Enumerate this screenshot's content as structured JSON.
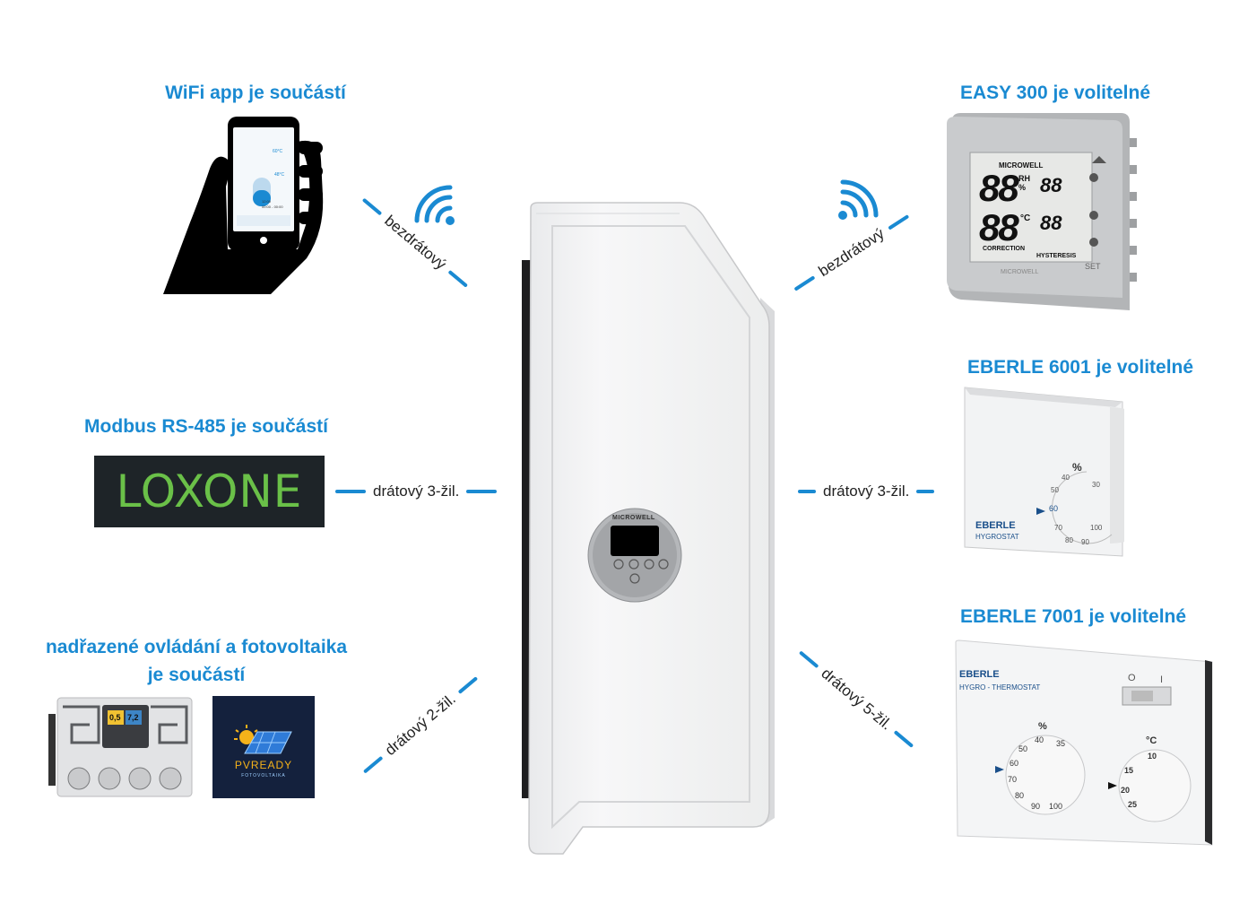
{
  "central_unit": {
    "brand": "MICROWELL"
  },
  "phone": {
    "title": "WiFi app je součástí",
    "connection": "bezdrátový",
    "screen": {
      "temp1": "60°C",
      "temp2": "48°C",
      "temp3": "48°C",
      "time1": "12:00",
      "time2": "00:00 - 00:00"
    }
  },
  "easy300": {
    "title": "EASY 300 je volitelné",
    "connection": "bezdrátový",
    "display": {
      "big1": "88",
      "unit1": "RH %",
      "big2": "88",
      "unit2": "°C",
      "small1": "88",
      "small2": "88",
      "correction": "CORRECTION",
      "hysteresis": "HYSTERESIS",
      "brand": "MICROWELL",
      "set": "SET"
    }
  },
  "loxone": {
    "title": "Modbus RS-485 je součástí",
    "connection": "drátový 3-žil.",
    "logo_text": "LOXONE"
  },
  "eberle6001": {
    "title": "EBERLE 6001 je volitelné",
    "connection": "drátový 3-žil.",
    "brand": "EBERLE",
    "model": "HYGROSTAT",
    "dial": {
      "unit": "%",
      "marks": [
        "40",
        "50",
        "60",
        "70",
        "80",
        "90",
        "100",
        "30"
      ]
    }
  },
  "pvready": {
    "title_line1": "nadřazené ovládání a fotovoltaika",
    "title_line2": "je součástí",
    "connection": "drátový 2-žil.",
    "pool_display": {
      "left": "0,5",
      "right": "7,2"
    },
    "logo_text": "PVREADY",
    "logo_sub": "FOTOVOLTAIKA"
  },
  "eberle7001": {
    "title": "EBERLE 7001 je volitelné",
    "connection": "drátový 5-žil.",
    "brand": "EBERLE",
    "model": "HYGRO - THERMOSTAT",
    "switch": {
      "off": "O",
      "on": "I"
    },
    "humidity_dial": {
      "unit": "%",
      "marks": [
        "40",
        "35",
        "50",
        "60",
        "70",
        "80",
        "90",
        "100"
      ]
    },
    "temp_dial": {
      "unit": "°C",
      "marks": [
        "10",
        "15",
        "20",
        "25"
      ]
    }
  },
  "colors": {
    "accent": "#1a8ad2",
    "loxone_bg": "#1e2428",
    "loxone_text": "#6ac048",
    "pv_bg": "#14213d"
  }
}
